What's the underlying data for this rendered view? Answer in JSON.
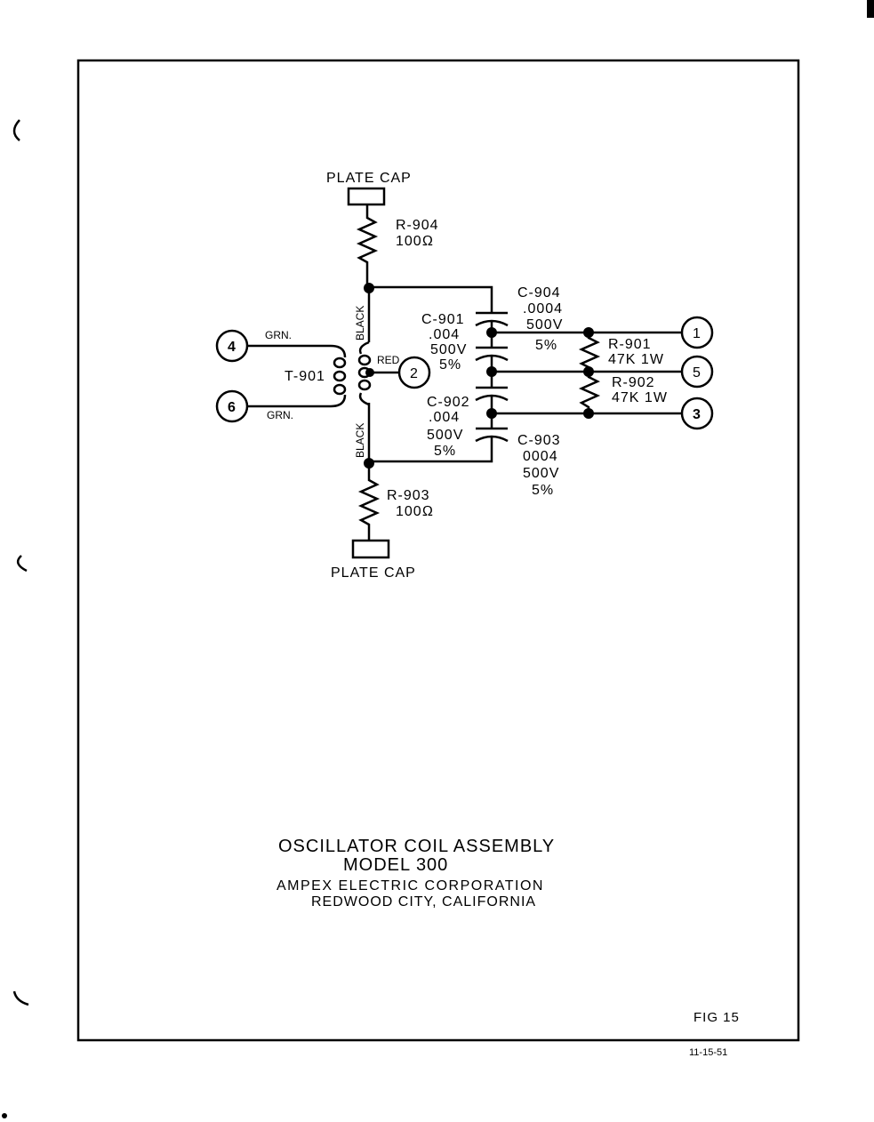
{
  "labels": {
    "plate_cap_top": "PLATE CAP",
    "plate_cap_bottom": "PLATE CAP",
    "r904": "R-904",
    "r904_val": "100Ω",
    "r903": "R-903",
    "r903_val": "100Ω",
    "r901": "R-901",
    "r901_val": "47K 1W",
    "r902": "R-902",
    "r902_val": "47K 1W",
    "c901": "C-901",
    "c901_val": ".004",
    "c901_v": "500V",
    "c901_tol": "5%",
    "c902": "C-902",
    "c902_val": ".004",
    "c902_v": "500V",
    "c902_tol": "5%",
    "c903": "C-903",
    "c903_val": "0004",
    "c903_v": "500V",
    "c903_tol": "5%",
    "c904": "C-904",
    "c904_val": ".0004",
    "c904_v": "500V",
    "c904_tol": "5%",
    "t901": "T-901",
    "grn_top": "GRN.",
    "grn_bottom": "GRN.",
    "black_top": "BLACK",
    "black_bottom": "BLACK",
    "red": "RED"
  },
  "terminals": {
    "t4": "4",
    "t6": "6",
    "t2": "2",
    "t1": "1",
    "t5": "5",
    "t3": "3"
  },
  "title": {
    "line1": "OSCILLATOR COIL ASSEMBLY",
    "line2": "MODEL 300",
    "line3": "AMPEX ELECTRIC CORPORATION",
    "line4": "REDWOOD CITY, CALIFORNIA"
  },
  "fig": "FIG 15",
  "date": "11-15-51"
}
